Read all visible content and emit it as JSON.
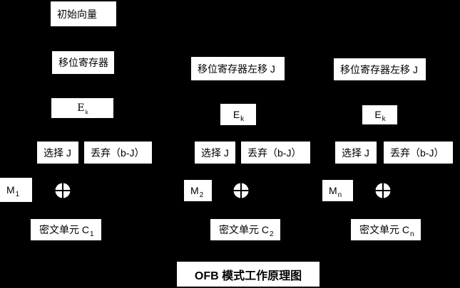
{
  "diagram": {
    "title": "OFB 模式工作原理图",
    "colors": {
      "background": "#000000",
      "box_fill": "#ffffff",
      "box_text": "#000000"
    },
    "xor_symbol": "xor-circle-plus",
    "columns": [
      {
        "input_label": "初始向量",
        "register_label": "移位寄存器",
        "encrypt_base": "E",
        "encrypt_sub": "k",
        "select_label": "选择 J",
        "discard_label": "丢弃（b-J）",
        "message_base": "M",
        "message_sub": "1",
        "output_base": "密文单元 C",
        "output_sub": "1"
      },
      {
        "register_label": "移位寄存器左移 J",
        "encrypt_base": "E",
        "encrypt_sub": "k",
        "select_label": "选择 J",
        "discard_label": "丢弃（b-J）",
        "message_base": "M",
        "message_sub": "2",
        "output_base": "密文单元 C",
        "output_sub": "2"
      },
      {
        "register_label": "移位寄存器左移 J",
        "encrypt_base": "E",
        "encrypt_sub": "k",
        "select_label": "选择 J",
        "discard_label": "丢弃（b-J）",
        "message_base": "M",
        "message_sub": "n",
        "output_base": "密文单元 C",
        "output_sub": "n"
      }
    ]
  }
}
